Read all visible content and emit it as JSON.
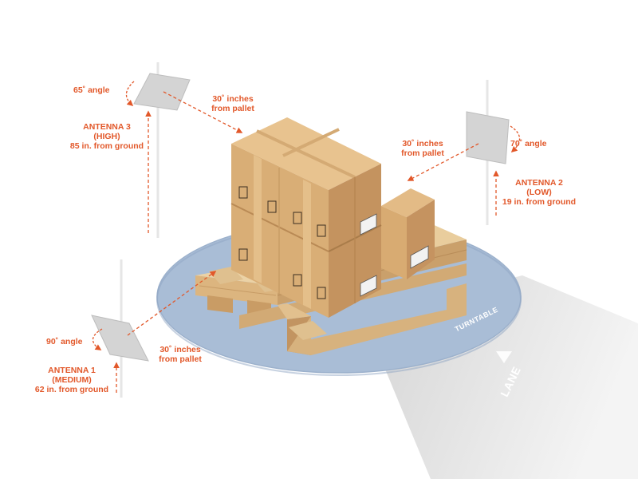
{
  "turntable_label": "TURNTABLE",
  "lane_label": "LANE",
  "antennas": [
    {
      "id": "3",
      "name": "ANTENNA 3",
      "height_label": "(HIGH)",
      "ground": "85 in. from ground",
      "angle": "65˚ angle",
      "distance": "30˚ inches",
      "distance_suffix": "from pallet"
    },
    {
      "id": "2",
      "name": "ANTENNA 2",
      "height_label": "(LOW)",
      "ground": "19 in. from ground",
      "angle": "70˚ angle",
      "distance": "30˚ inches",
      "distance_suffix": "from pallet"
    },
    {
      "id": "1",
      "name": "ANTENNA 1",
      "height_label": "(MEDIUM)",
      "ground": "62 in. from ground",
      "angle": "90˚ angle",
      "distance": "30˚ inches",
      "distance_suffix": "from pallet"
    }
  ],
  "colors": {
    "accent": "#e2582a",
    "turntable": "#a9bdd6",
    "lane": "#e3e3e3",
    "box": "#d7ab74",
    "pallet": "#e2c08e",
    "antenna": "#d6d6d6"
  }
}
